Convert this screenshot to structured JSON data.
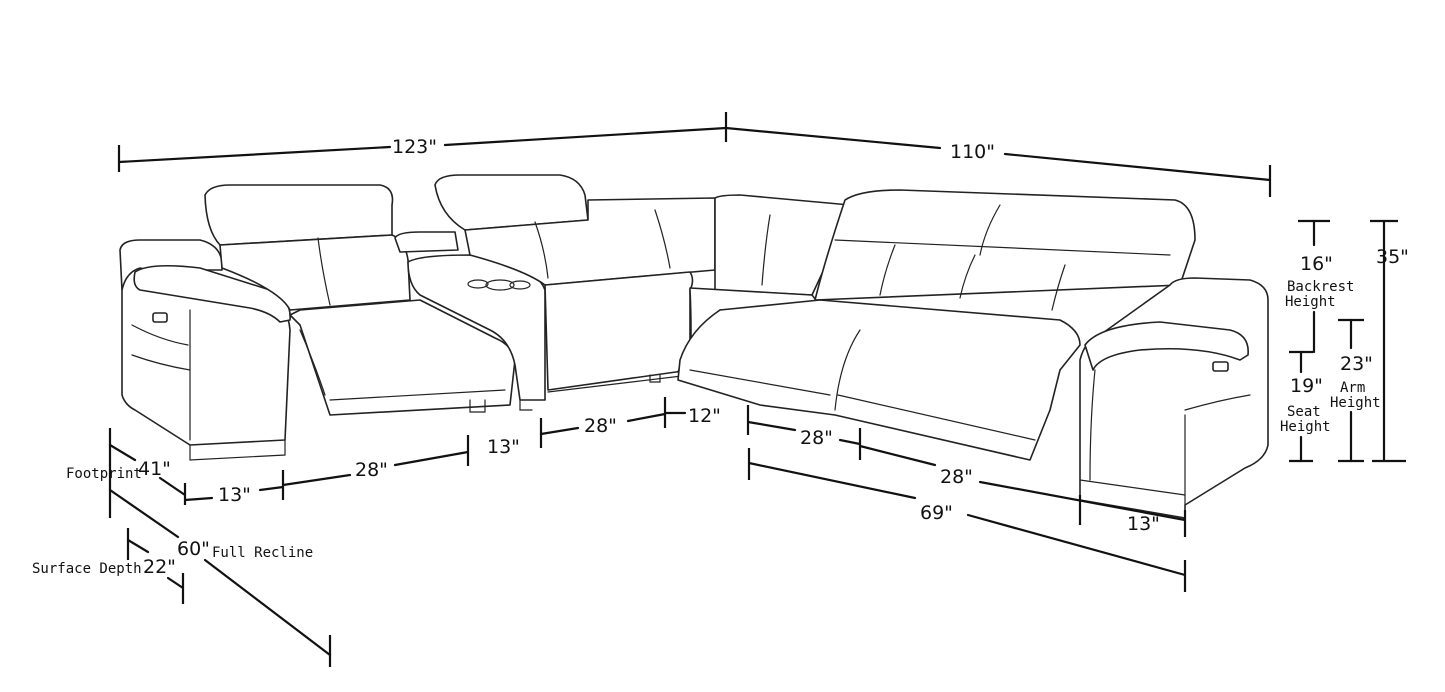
{
  "diagram": {
    "overall": {
      "left_width": "123\"",
      "right_width": "110\""
    },
    "heights": {
      "backrest_value": "16\"",
      "backrest_label_1": "Backrest",
      "backrest_label_2": "Height",
      "total_value": "35\"",
      "arm_value": "23\"",
      "arm_label_1": "Arm",
      "arm_label_2": "Height",
      "seat_value": "19\"",
      "seat_label_1": "Seat",
      "seat_label_2": "Height"
    },
    "front_left": {
      "arm": "13\"",
      "seat": "28\"",
      "console": "13\"",
      "corner_seat": "28\"",
      "corner": "12\""
    },
    "front_right": {
      "seat_1": "28\"",
      "seat_2": "28\"",
      "total": "69\"",
      "arm": "13\""
    },
    "depth": {
      "footprint_label": "Footprint",
      "footprint_value": "41\"",
      "recline_value": "60\"",
      "recline_label": "Full Recline",
      "surface_label": "Surface Depth",
      "surface_value": "22\""
    },
    "icons": [
      "power-button-icon",
      "power-button-icon"
    ]
  }
}
